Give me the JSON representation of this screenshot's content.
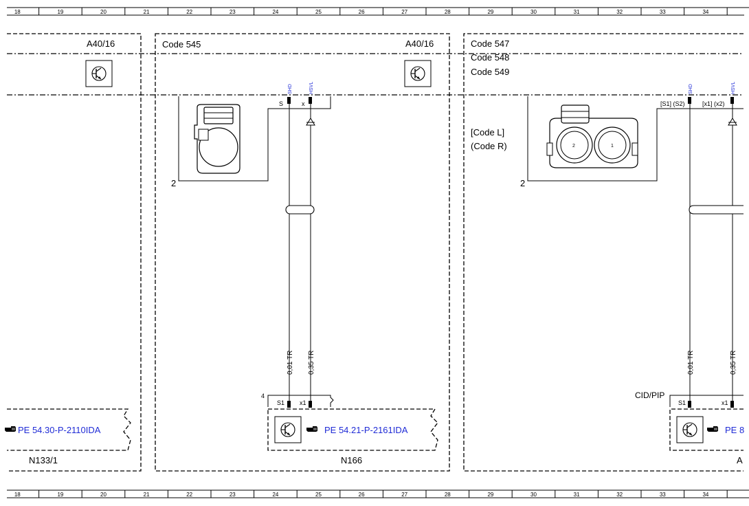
{
  "ruler": {
    "columns": [
      "18",
      "19",
      "20",
      "21",
      "22",
      "23",
      "24",
      "25",
      "26",
      "27",
      "28",
      "29",
      "30",
      "31",
      "32",
      "33",
      "34"
    ]
  },
  "left_block": {
    "ref": "A40/16",
    "link": "PE 54.30-P-2110IDA",
    "component": "N133/1"
  },
  "mid_block": {
    "code": "Code 545",
    "ref": "A40/16",
    "pin_shd": "SHD",
    "pin_hsvl": "HSVL",
    "pin_s": "S",
    "pin_x": "x",
    "connector_no": "2",
    "wire_shd": "0,01 TR",
    "wire_hsvl": "0,35 TR",
    "terminal_no": "4",
    "term_s1": "S1",
    "term_x1": "x1",
    "link": "PE 54.21-P-2161IDA",
    "component": "N166"
  },
  "right_block": {
    "codes": [
      "Code 547",
      "Code 548",
      "Code 549"
    ],
    "variant_l": "[Code L]",
    "variant_r": "(Code R)",
    "pin_shd": "SHD",
    "pin_hsvl": "HSVL",
    "pin_s": "[S1] (S2)",
    "pin_x": "[x1]  (x2)",
    "connector_no": "2",
    "pin1": "1",
    "pin2": "2",
    "wire_shd": "0,01 TR",
    "wire_hsvl": "0,35 TR",
    "cid": "CID/PIP",
    "term_s1": "S1",
    "term_x1": "x1",
    "link": "PE 8",
    "component": "A"
  },
  "colors": {
    "link": "#1f2bd6",
    "line": "#000000"
  },
  "icons": [
    "transistor-module-icon",
    "pointing-hand-icon"
  ]
}
